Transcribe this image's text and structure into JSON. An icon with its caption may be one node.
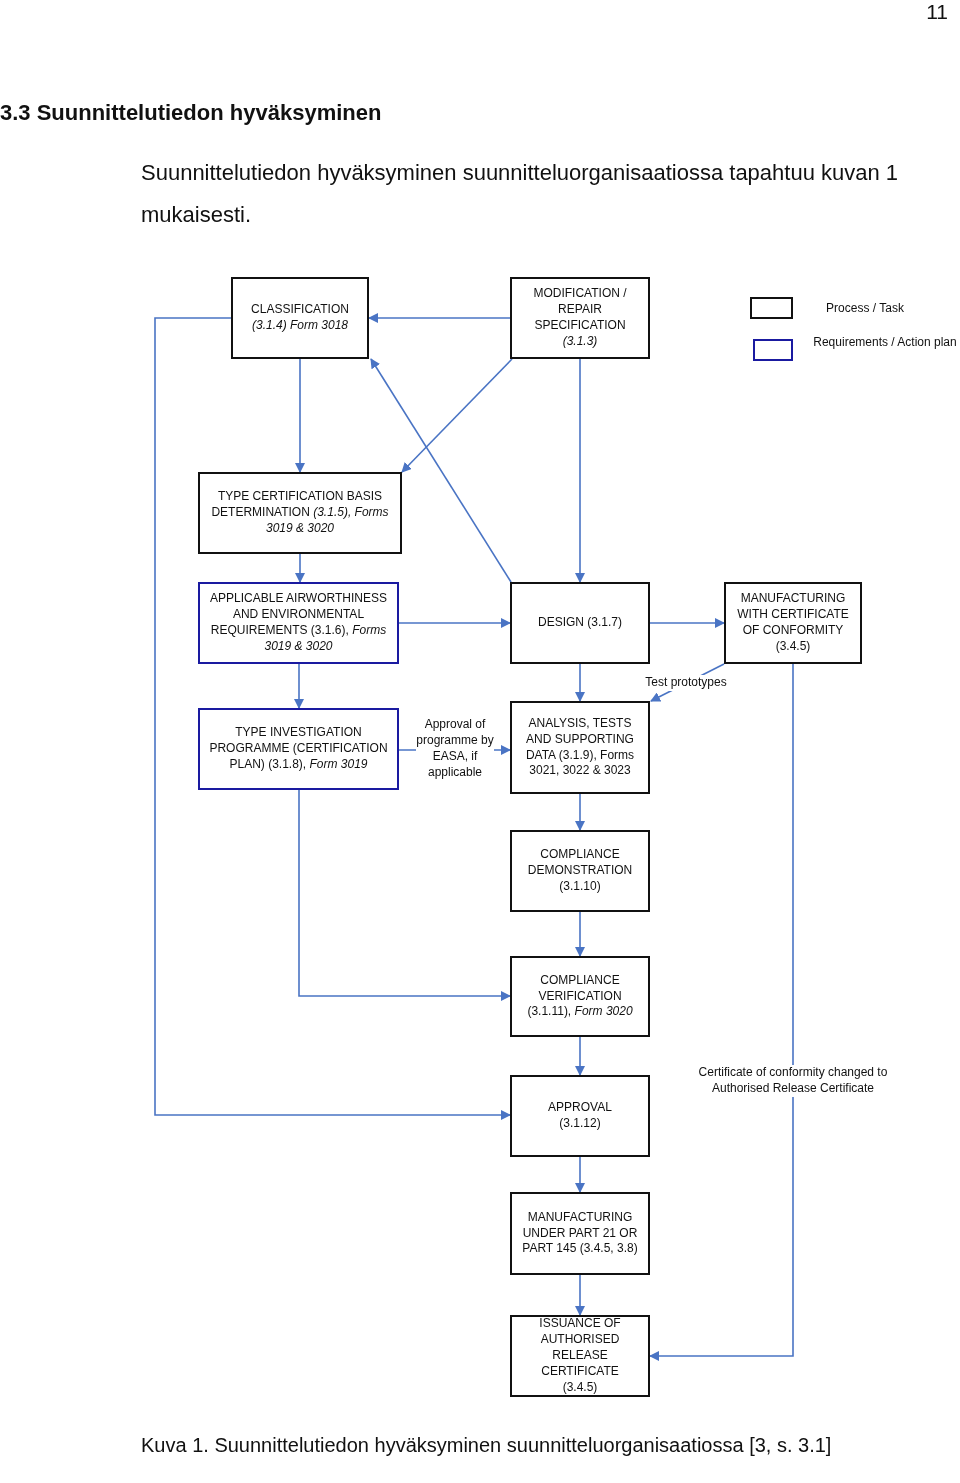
{
  "diagram": {
    "title": "3.3 Suunnittelutiedon hyväksyminen",
    "caption": "Kuva 1. Suunnittelutiedon hyväksyminen suunnitteluorganisaatiossa [3, s. 3.1]",
    "nodes": [
      {
        "text": [
          "CLASSIFICATION *(3.1.4) Form 3018*"
        ]
      },
      {
        "text": [
          "MODIFICATION / REPAIR SPECIFICATION *(3.1.3)*"
        ]
      },
      {
        "text": [
          "TYPE CERTIFICATION BASIS DETERMINATION *(3.1.5), Forms 3019 & 3020*"
        ]
      },
      {
        "text": [
          "APPLICABLE AIRWORTHINESS AND ENVIRONMENTAL REQUIREMENTS (3.1.6), *Forms 3019 & 3020*"
        ]
      },
      {
        "text": [
          "DESIGN (3.1.7)"
        ]
      },
      {
        "text": [
          "MANUFACTURING WITH CERTIFICATE OF CONFORMITY (3.4.5)"
        ]
      },
      {
        "text": [
          "TYPE INVESTIGATION PROGRAMME (CERTIFICATION PLAN) (3.1.8), *Form 3019*"
        ]
      },
      {
        "text": [
          "ANALYSIS, TESTS AND SUPPORTING DATA (3.1.9), Forms 3021, 3022 & 3023"
        ]
      },
      {
        "text": [
          "COMPLIANCE DEMONSTRATION (3.1.10)"
        ]
      },
      {
        "text": [
          "COMPLIANCE VERIFICATION (3.1.11), *Form 3020*"
        ]
      },
      {
        "text": [
          "APPROVAL (3.1.12)"
        ]
      },
      {
        "text": [
          "MANUFACTURING UNDER PART 21 OR PART 145 (3.4.5, 3.8)"
        ]
      },
      {
        "text": [
          "ISSUANCE OF AUTHORISED RELEASE CERTIFICATE (3.4.5)"
        ]
      }
    ],
    "edges": [
      {
        "from": 1,
        "to": 0,
        "arrow": "to"
      },
      {
        "from": 0,
        "to": 2,
        "arrow": "to"
      },
      {
        "from": 1,
        "to": 2,
        "arrow": "to"
      },
      {
        "from": 4,
        "to": 0,
        "arrow": "to"
      },
      {
        "from": 1,
        "to": 4,
        "arrow": "to"
      },
      {
        "from": 2,
        "to": 3,
        "arrow": "to"
      },
      {
        "from": 3,
        "to": 4,
        "arrow": "to"
      },
      {
        "from": 4,
        "to": 5,
        "arrow": "to"
      },
      {
        "from": 3,
        "to": 6,
        "arrow": "to"
      },
      {
        "from": 4,
        "to": 7,
        "arrow": "to"
      },
      {
        "from": 5,
        "to": 7,
        "arrow": "to",
        "label": "Test prototypes"
      },
      {
        "from": 6,
        "to": 7,
        "arrow": "to",
        "label": "Approval of programme by EASA, if applicable"
      },
      {
        "from": 7,
        "to": 8,
        "arrow": "to"
      },
      {
        "from": 8,
        "to": 9,
        "arrow": "to"
      },
      {
        "from": 9,
        "to": 10,
        "arrow": "to"
      },
      {
        "from": 10,
        "to": 11,
        "arrow": "to"
      },
      {
        "from": 11,
        "to": 12,
        "arrow": "to"
      },
      {
        "from": 6,
        "to": 9,
        "arrow": "to"
      },
      {
        "from": 0,
        "to": 10,
        "arrow": "to"
      },
      {
        "from": 5,
        "to": 12,
        "arrow": "to",
        "label": "Certificate of conformity changed to Authorised Release Certificate"
      }
    ],
    "labels": [
      "11",
      "Suunnittelutiedon hyväksyminen suunnitteluorganisaatiossa tapahtuu kuvan 1 mukaisesti."
    ],
    "legend": [
      {
        "text": "Process / Task"
      },
      {
        "text": "Requirements / Action plan"
      }
    ]
  }
}
